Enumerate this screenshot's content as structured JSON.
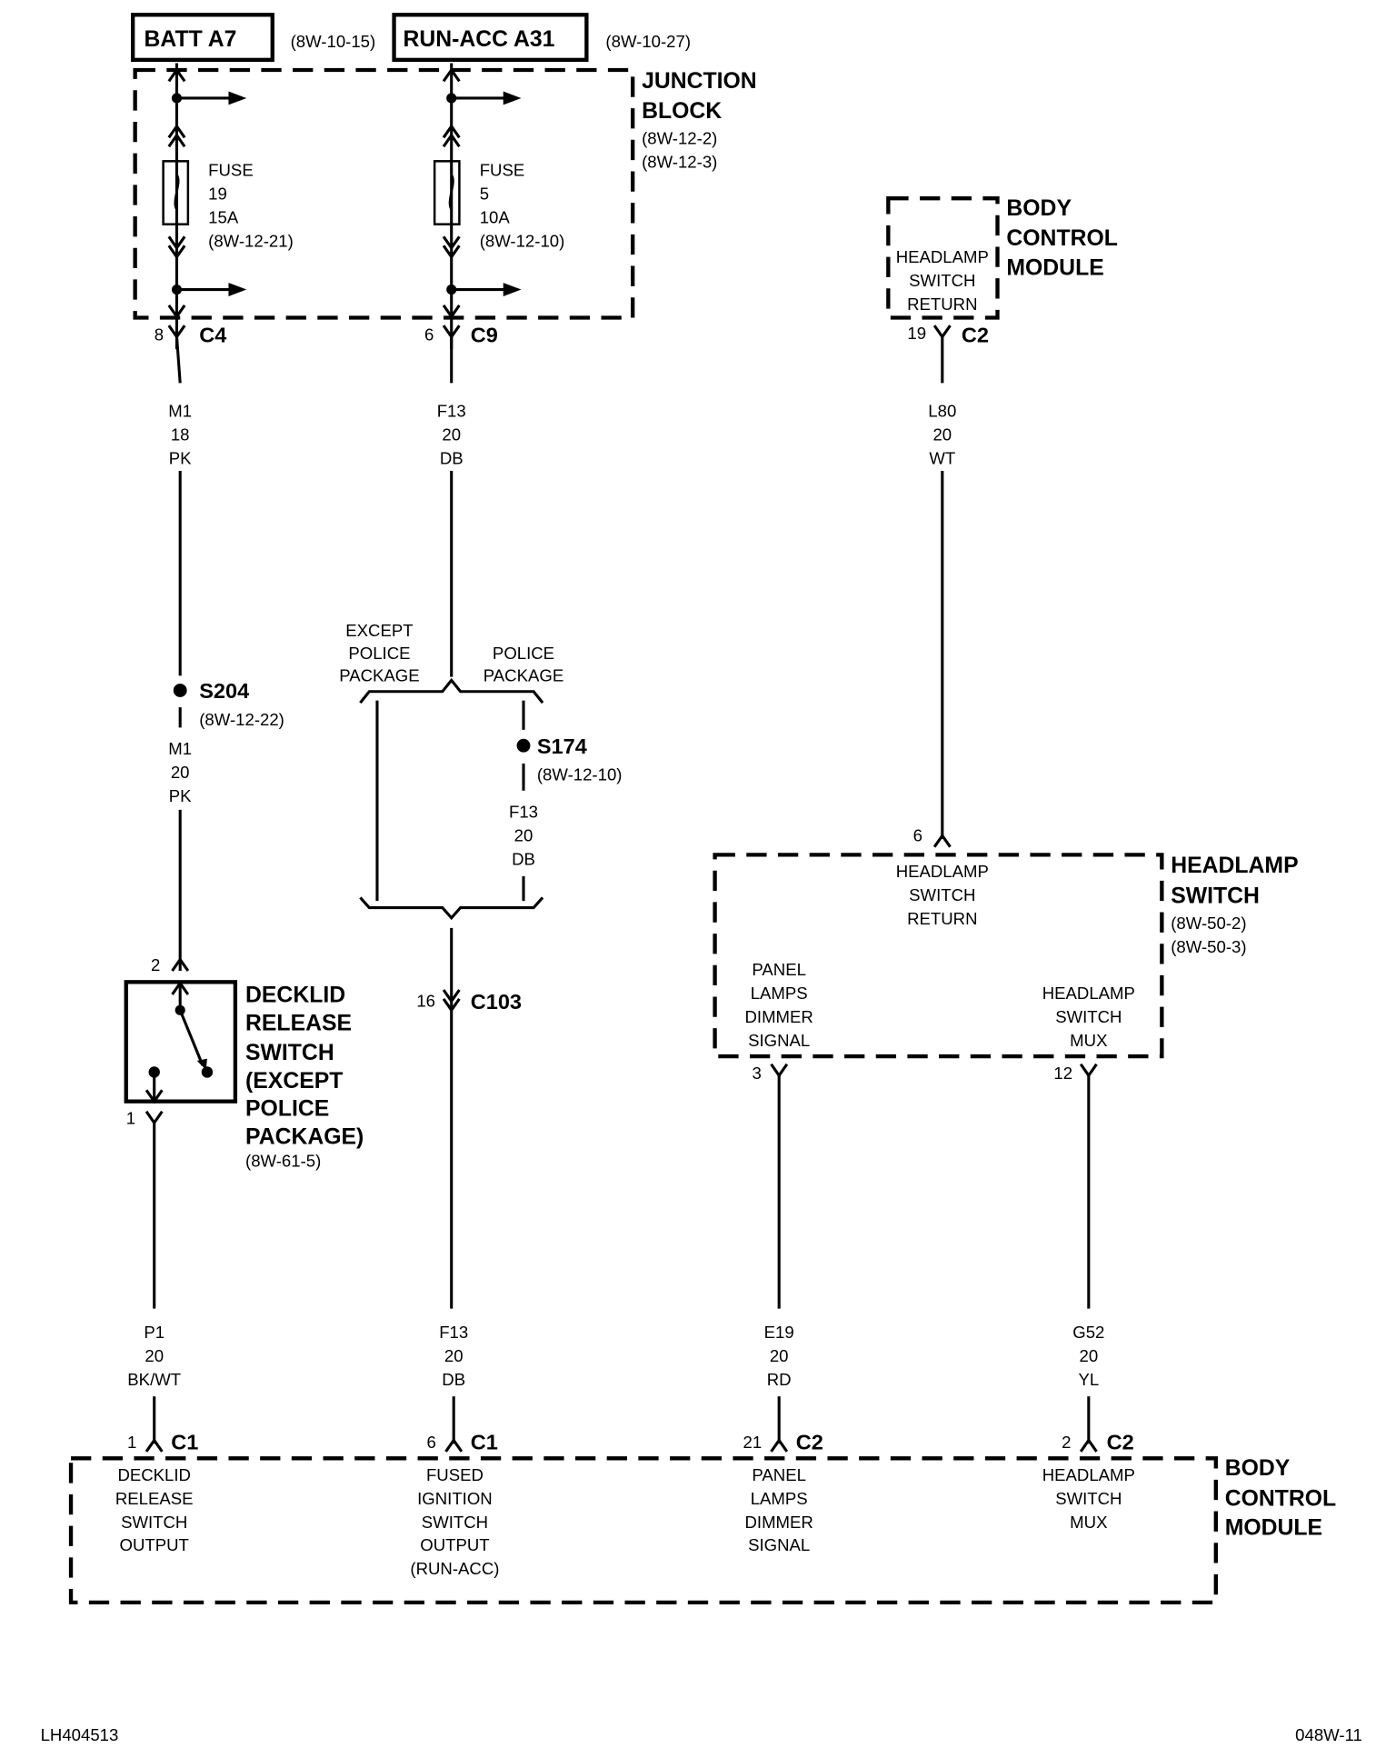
{
  "diagram": {
    "sources": [
      {
        "name": "BATT A7",
        "ref": "(8W-10-15)"
      },
      {
        "name": "RUN-ACC A31",
        "ref": "(8W-10-27)"
      }
    ],
    "junction_block": {
      "title": [
        "JUNCTION",
        "BLOCK"
      ],
      "refs": [
        "(8W-12-2)",
        "(8W-12-3)"
      ]
    },
    "fuses": [
      {
        "lines": [
          "FUSE",
          "19",
          "15A",
          "(8W-12-21)"
        ]
      },
      {
        "lines": [
          "FUSE",
          "5",
          "10A",
          "(8W-12-10)"
        ]
      }
    ],
    "jb_connectors": [
      {
        "pin": "8",
        "connector": "C4"
      },
      {
        "pin": "6",
        "connector": "C9"
      }
    ],
    "bcm_top": {
      "title": [
        "BODY",
        "CONTROL",
        "MODULE"
      ],
      "inner": [
        "HEADLAMP",
        "SWITCH",
        "RETURN"
      ],
      "pin": "19",
      "connector": "C2"
    },
    "wires": {
      "m1_18": [
        "M1",
        "18",
        "PK"
      ],
      "f13_top": [
        "F13",
        "20",
        "DB"
      ],
      "l80": [
        "L80",
        "20",
        "WT"
      ],
      "m1_20": [
        "M1",
        "20",
        "PK"
      ],
      "f13_police": [
        "F13",
        "20",
        "DB"
      ],
      "p1": [
        "P1",
        "20",
        "BK/WT"
      ],
      "f13_bottom": [
        "F13",
        "20",
        "DB"
      ],
      "e19": [
        "E19",
        "20",
        "RD"
      ],
      "g52": [
        "G52",
        "20",
        "YL"
      ]
    },
    "splices": [
      {
        "name": "S204",
        "ref": "(8W-12-22)"
      },
      {
        "name": "S174",
        "ref": "(8W-12-10)"
      }
    ],
    "options": {
      "except_police": [
        "EXCEPT",
        "POLICE",
        "PACKAGE"
      ],
      "police": [
        "POLICE",
        "PACKAGE"
      ]
    },
    "c103": {
      "pin": "16",
      "connector": "C103"
    },
    "decklid_switch": {
      "title": [
        "DECKLID",
        "RELEASE",
        "SWITCH",
        "(EXCEPT",
        "POLICE",
        "PACKAGE)"
      ],
      "ref": "(8W-61-5)",
      "pin_top": "2",
      "pin_bottom": "1"
    },
    "headlamp_switch": {
      "title": [
        "HEADLAMP",
        "SWITCH"
      ],
      "refs": [
        "(8W-50-2)",
        "(8W-50-3)"
      ],
      "pin_top": "6",
      "inner_top": [
        "HEADLAMP",
        "SWITCH",
        "RETURN"
      ],
      "inner_left": [
        "PANEL",
        "LAMPS",
        "DIMMER",
        "SIGNAL"
      ],
      "inner_right": [
        "HEADLAMP",
        "SWITCH",
        "MUX"
      ],
      "pin_left": "3",
      "pin_right": "12"
    },
    "bcm_bottom": {
      "title": [
        "BODY",
        "CONTROL",
        "MODULE"
      ],
      "pins": [
        {
          "pin": "1",
          "connector": "C1",
          "label": [
            "DECKLID",
            "RELEASE",
            "SWITCH",
            "OUTPUT"
          ]
        },
        {
          "pin": "6",
          "connector": "C1",
          "label": [
            "FUSED",
            "IGNITION",
            "SWITCH",
            "OUTPUT",
            "(RUN-ACC)"
          ]
        },
        {
          "pin": "21",
          "connector": "C2",
          "label": [
            "PANEL",
            "LAMPS",
            "DIMMER",
            "SIGNAL"
          ]
        },
        {
          "pin": "2",
          "connector": "C2",
          "label": [
            "HEADLAMP",
            "SWITCH",
            "MUX"
          ]
        }
      ]
    },
    "footer": {
      "left": "LH404513",
      "right": "048W-11"
    }
  }
}
